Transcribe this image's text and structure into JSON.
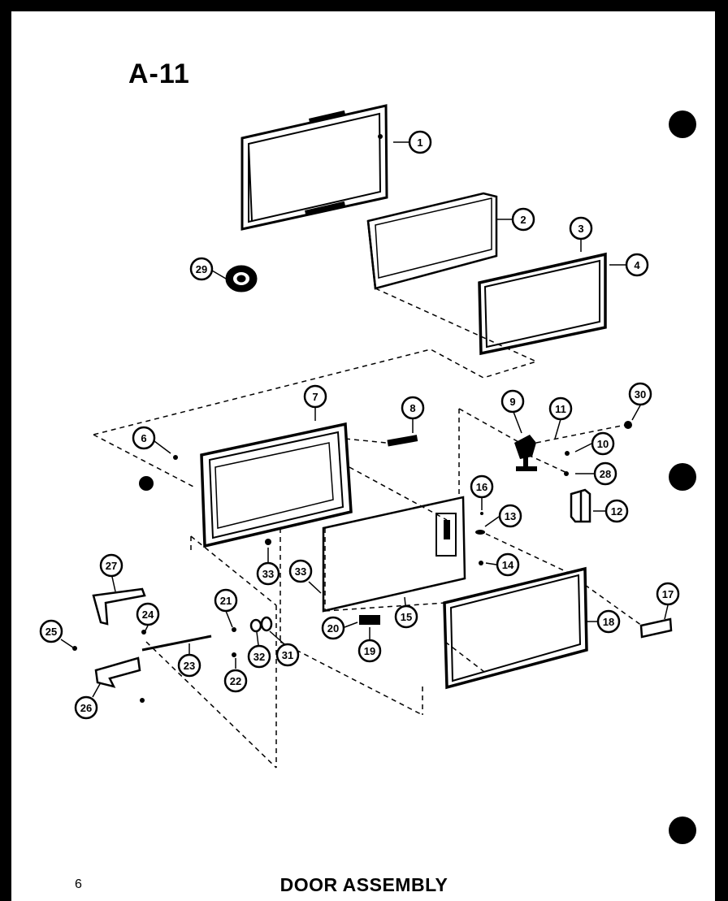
{
  "page": {
    "title": "A-11",
    "page_number": "6",
    "caption": "DOOR ASSEMBLY"
  },
  "callouts": [
    "1",
    "2",
    "3",
    "4",
    "29",
    "7",
    "8",
    "6",
    "9",
    "11",
    "30",
    "10",
    "28",
    "12",
    "16",
    "13",
    "14",
    "33",
    "33",
    "27",
    "24",
    "21",
    "32",
    "31",
    "25",
    "23",
    "22",
    "26",
    "20",
    "19",
    "15",
    "18",
    "17"
  ]
}
